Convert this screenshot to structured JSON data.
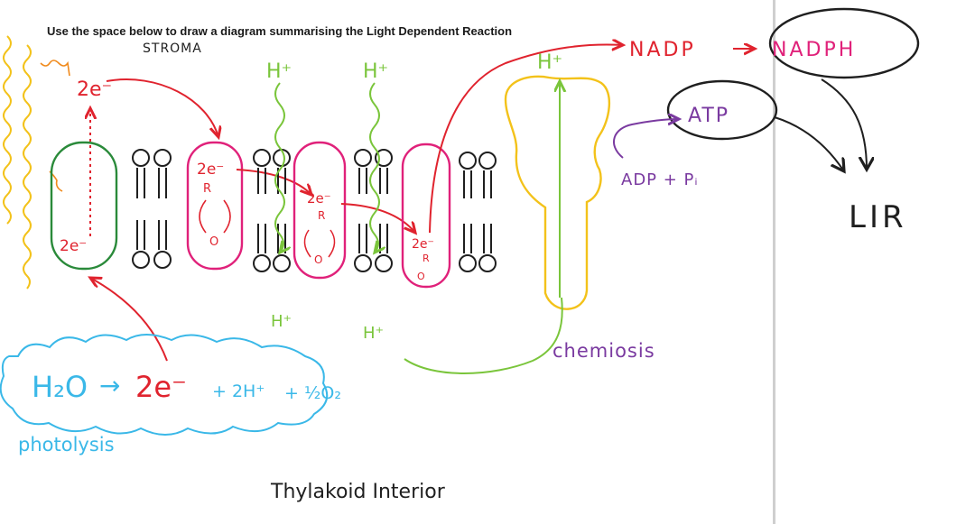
{
  "instruction": "Use the space below to draw a diagram summarising the Light Dependent Reaction",
  "regions": {
    "top": "STROMA",
    "bottom": "Thylakoid Interior"
  },
  "electron_labels": {
    "ps2_out": "2e⁻",
    "ps2_in": "2e⁻",
    "carrier1": "2e⁻",
    "carrier1_r": "R",
    "carrier1_o": "O",
    "carrier2": "2e⁻",
    "carrier2_r": "R",
    "carrier2_o": "O",
    "carrier3": "2e⁻",
    "carrier3_r": "R",
    "carrier3_o": "O"
  },
  "protons": {
    "stroma_1": "H⁺",
    "stroma_2": "H⁺",
    "stroma_3": "H⁺",
    "lumen_1": "H⁺",
    "lumen_2": "H⁺"
  },
  "nadp": {
    "nadp": "NADP",
    "nadph": "NADPH"
  },
  "atp": {
    "atp": "ATP",
    "adp_pi": "ADP + Pᵢ"
  },
  "outputs": {
    "lir": "LIR"
  },
  "chemiosis": "chemiosis",
  "photolysis": {
    "label": "photolysis",
    "eq_h2o": "H₂O",
    "eq_arrow": "→",
    "eq_e": "2e⁻",
    "eq_h": "+ 2H⁺",
    "eq_o2": "+ ½O₂"
  },
  "colors": {
    "ink_black": "#1f1f1f",
    "ink_red": "#e0232e",
    "ink_green_light": "#7ac53b",
    "ink_green_dark": "#2a8a3a",
    "ink_pink": "#e0217a",
    "ink_purple": "#7a3aa0",
    "ink_yellow": "#f3c21a",
    "ink_blue": "#3ab8e8",
    "ink_orange": "#f08a1c"
  }
}
